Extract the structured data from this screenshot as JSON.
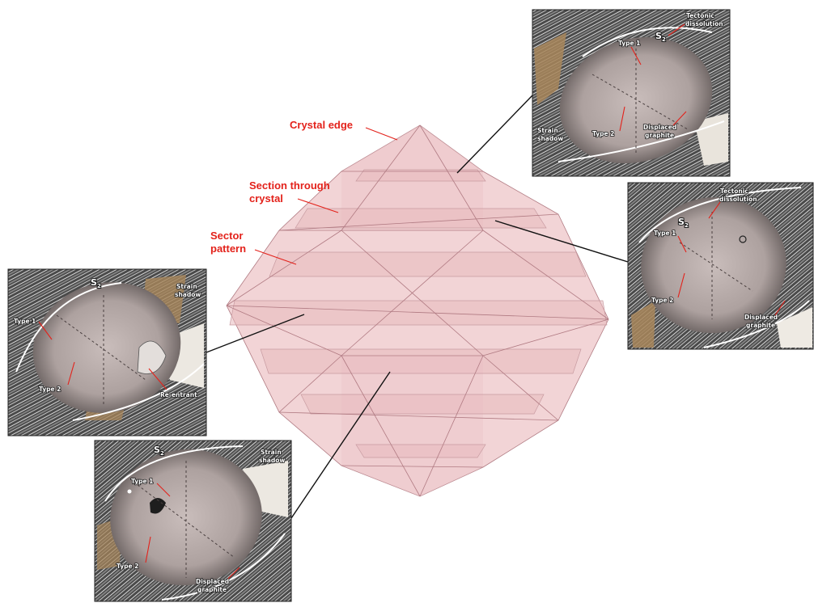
{
  "crystal_labels": {
    "edge": "Crystal edge",
    "section_line1": "Section through",
    "section_line2": "crystal",
    "sector_line1": "Sector",
    "sector_line2": "pattern"
  },
  "micrographs": {
    "top_right": {
      "foliation": "S",
      "foliation_sub": "2",
      "tectonic_line1": "Tectonic",
      "tectonic_line2": "dissolution",
      "type1": "Type 1",
      "type2": "Type 2",
      "strain_line1": "Strain",
      "strain_line2": "shadow",
      "displaced_line1": "Displaced",
      "displaced_line2": "graphite"
    },
    "middle_right": {
      "foliation": "S",
      "foliation_sub": "2",
      "tectonic_line1": "Tectonic",
      "tectonic_line2": "dissolution",
      "type1": "Type 1",
      "type2": "Type 2",
      "displaced_line1": "Displaced",
      "displaced_line2": "graphite"
    },
    "middle_left": {
      "foliation": "S",
      "foliation_sub": "2",
      "strain_line1": "Strain",
      "strain_line2": "shadow",
      "type1": "Type 1",
      "type2": "Type 2",
      "reentrant": "Re-entrant"
    },
    "bottom_left": {
      "foliation": "S",
      "foliation_sub": "2",
      "strain_line1": "Strain",
      "strain_line2": "shadow",
      "type1": "Type 1",
      "type2": "Type 2",
      "displaced_line1": "Displaced",
      "displaced_line2": "graphite"
    }
  },
  "colors": {
    "crystal_fill": "#f2d4d6",
    "band_fill": "#e7b9bd",
    "label_red": "#e3221b",
    "groundmass_dark": "#3b3b3b",
    "porphyroblast": "#b8aaa8",
    "mica_brown": "#a8865a"
  }
}
